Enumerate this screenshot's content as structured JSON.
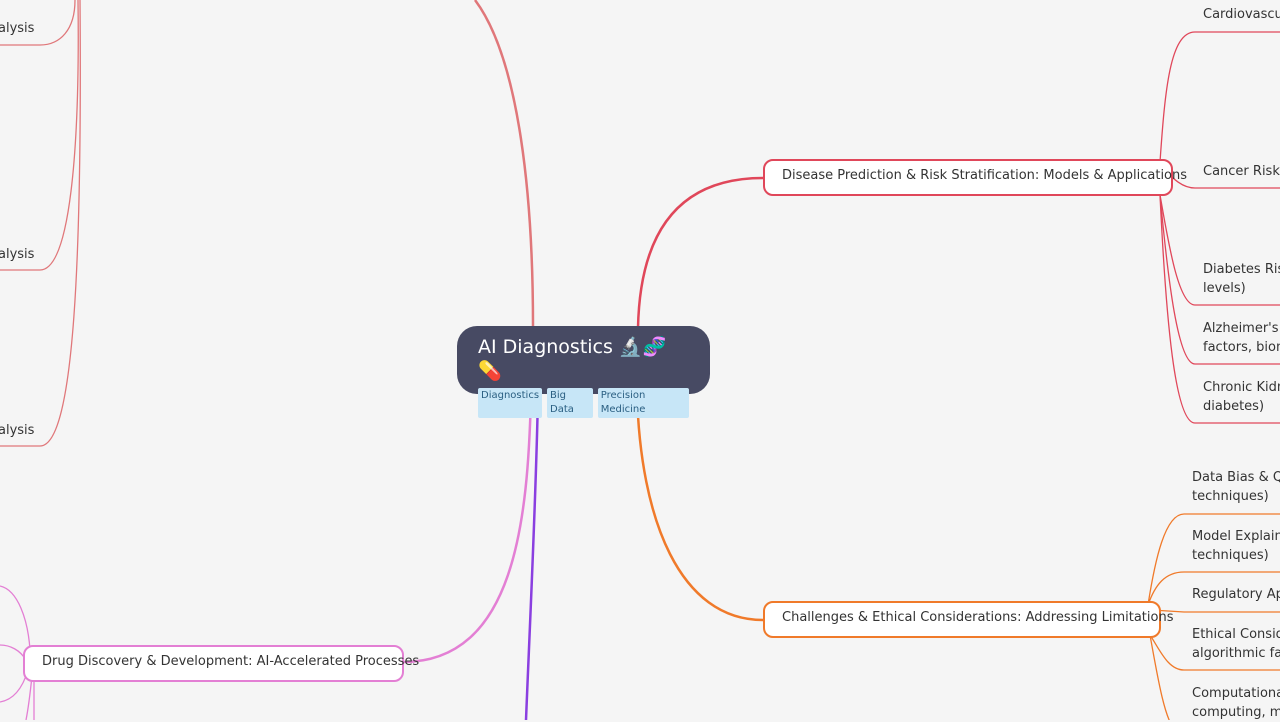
{
  "root": {
    "title": "AI Diagnostics 🔬🧬💊",
    "tags": [
      "Diagnostics",
      "Big Data",
      "Precision Medicine"
    ]
  },
  "branches": {
    "disease_prediction": "Disease Prediction & Risk Stratification: Models & Applications",
    "challenges": "Challenges & Ethical Considerations: Addressing Limitations",
    "drug_discovery": "Drug Discovery & Development: AI-Accelerated Processes"
  },
  "leaves": {
    "disease_prediction": [
      "Cardiovascul",
      "Cancer Risk A",
      "Diabetes Risk\nlevels)",
      "Alzheimer's D\nfactors, biom",
      "Chronic Kidn\ndiabetes)"
    ],
    "challenges": [
      "Data Bias & Qu\ntechniques)",
      "Model Explaina\ntechniques)",
      "Regulatory App",
      "Ethical Conside\nalgorithmic fai",
      "Computational\ncomputing, mo"
    ],
    "left_partial": [
      "alysis",
      "alysis",
      "alysis"
    ]
  },
  "colors": {
    "root_bg": "#474a63",
    "disease_prediction": "#e0475a",
    "challenges": "#f07a2a",
    "drug_discovery": "#e37fd4",
    "top_left": "#e0777a",
    "purple": "#8a3fe0"
  }
}
